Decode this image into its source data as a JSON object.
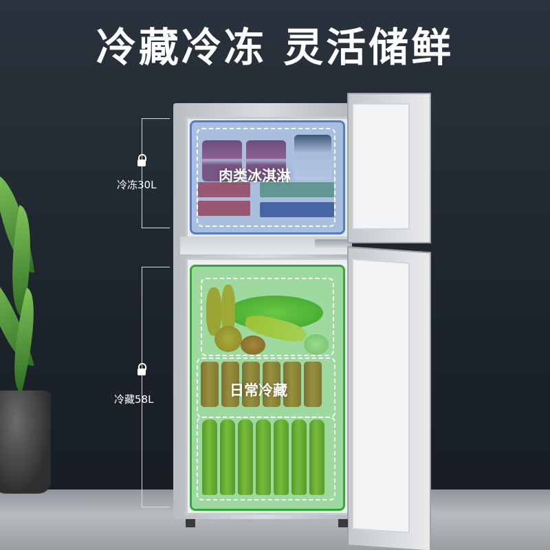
{
  "headline": "冷藏冷冻 灵活储鲜",
  "zones": {
    "freezer": {
      "label": "肉类冰淇淋",
      "capacity": "冷冻30L",
      "color": "#5882c8"
    },
    "fridge": {
      "label": "日常冷藏",
      "capacity": "冷藏58L",
      "color": "#3cbe3c"
    }
  },
  "icons": {
    "capacity_marker": "lock-icon"
  }
}
